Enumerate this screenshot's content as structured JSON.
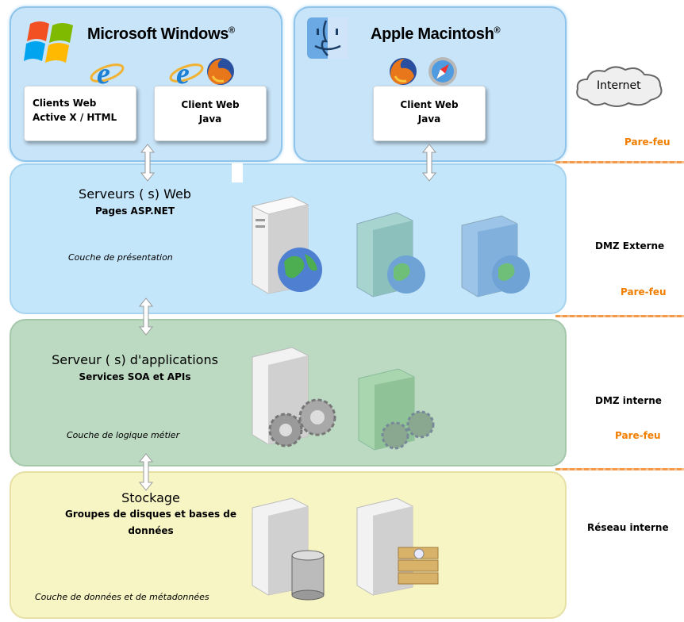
{
  "clients": {
    "windows": {
      "title": "Microsoft Windows",
      "reg": "®",
      "cards": [
        {
          "line1": "Clients Web",
          "line2": "Active X / HTML"
        },
        {
          "line1": "Client Web",
          "line2": "Java"
        }
      ]
    },
    "mac": {
      "title": "Apple Macintosh",
      "reg": "®",
      "cards": [
        {
          "line1": "Client Web",
          "line2": "Java"
        }
      ]
    },
    "internet": "Internet"
  },
  "tiers": {
    "web": {
      "title": "Serveurs ( s)  Web",
      "subtitle": "Pages ASP.NET",
      "layer": "Couche de présentation"
    },
    "app": {
      "title": "Serveur ( s)  d'applications",
      "subtitle": "Services SOA et APIs",
      "layer": "Couche de logique métier"
    },
    "storage": {
      "title": "Stockage",
      "subtitle_line1": "Groupes de disques et bases de",
      "subtitle_line2": "données",
      "layer": "Couche de données et de métadonnées"
    }
  },
  "zones": {
    "firewall": "Pare-feu",
    "dmz_external": "DMZ Externe",
    "dmz_internal": "DMZ interne",
    "internal_network": "Réseau interne"
  },
  "colors": {
    "firewall_text": "#f07e00",
    "web_tier": "#c4e6fa",
    "app_tier": "#bcd9c2",
    "storage_tier": "#f8f5c4",
    "client_panel": "#c8e4f8"
  }
}
